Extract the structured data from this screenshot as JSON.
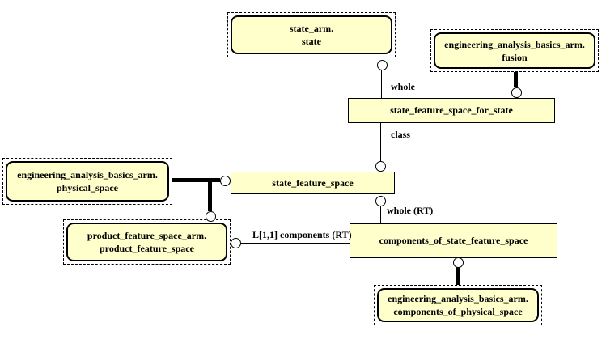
{
  "colors": {
    "box_fill": "#ffffcc",
    "border": "#000000",
    "text": "#000000",
    "connector_fill": "#ffffff",
    "background": "#ffffff"
  },
  "nodes": {
    "state": {
      "line1": "state_arm.",
      "line2": "state",
      "kind": "interschema-reference"
    },
    "fusion": {
      "line1": "engineering_analysis_basics_arm.",
      "line2": "fusion",
      "kind": "interschema-reference"
    },
    "physical_space": {
      "line1": "engineering_analysis_basics_arm.",
      "line2": "physical_space",
      "kind": "interschema-reference"
    },
    "product_feature_space": {
      "line1": "product_feature_space_arm.",
      "line2": "product_feature_space",
      "kind": "interschema-reference"
    },
    "components_of_physical_space": {
      "line1": "engineering_analysis_basics_arm.",
      "line2": "components_of_physical_space",
      "kind": "interschema-reference"
    },
    "state_feature_space_for_state": {
      "label": "state_feature_space_for_state",
      "kind": "entity"
    },
    "state_feature_space": {
      "label": "state_feature_space",
      "kind": "entity"
    },
    "components_of_state_feature_space": {
      "label": "components_of_state_feature_space",
      "kind": "entity"
    }
  },
  "edge_labels": {
    "whole": "whole",
    "class": "class",
    "whole_rt": "whole (RT)",
    "components": "L[1,1] components (RT)"
  },
  "relations": [
    {
      "from": "state_arm.state",
      "to": "state_feature_space_for_state",
      "label": "whole",
      "line": "thin",
      "circle_at": "from"
    },
    {
      "from": "engineering_analysis_basics_arm.fusion",
      "to": "state_feature_space_for_state",
      "label": "",
      "line": "thick",
      "circle_at": "to"
    },
    {
      "from": "state_feature_space_for_state",
      "to": "state_feature_space",
      "label": "class",
      "line": "thin",
      "circle_at": "to"
    },
    {
      "from": "state_feature_space",
      "to": "components_of_state_feature_space",
      "label": "whole (RT)",
      "line": "thin",
      "circle_at": "from"
    },
    {
      "from": "engineering_analysis_basics_arm.physical_space",
      "to": "state_feature_space",
      "label": "",
      "line": "thick",
      "circle_at": "to"
    },
    {
      "from": "engineering_analysis_basics_arm.physical_space",
      "to": "product_feature_space_arm.product_feature_space",
      "label": "",
      "line": "thick",
      "circle_at": "to"
    },
    {
      "from": "product_feature_space_arm.product_feature_space",
      "to": "components_of_state_feature_space",
      "label": "L[1,1] components (RT)",
      "line": "thin",
      "circle_at": "from"
    },
    {
      "from": "components_of_state_feature_space",
      "to": "engineering_analysis_basics_arm.components_of_physical_space",
      "label": "",
      "line": "thick",
      "circle_at": "from"
    }
  ]
}
